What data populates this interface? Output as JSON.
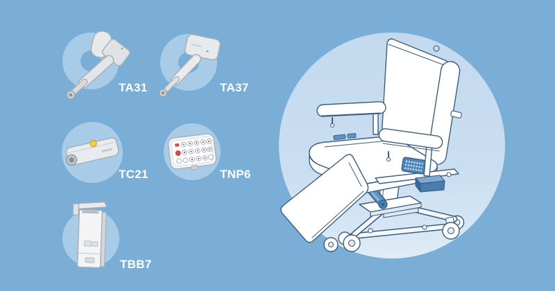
{
  "colors": {
    "background": "#7aaed6",
    "product_circle": "#a8cbe7",
    "hero_top": "#c3d9ee",
    "hero_mid": "#cadef1",
    "hero_bottom": "#e1edf8",
    "line": "#3a5d7d",
    "accent_blue": "#5e93c4",
    "label_text": "#ffffff"
  },
  "hero": {
    "illustration": "medical-dialysis-chair"
  },
  "products": [
    {
      "id": "ta31",
      "label": "TA31",
      "icon": "linear-actuator-icon",
      "badge_style": "ring"
    },
    {
      "id": "ta37",
      "label": "TA37",
      "icon": "linear-actuator-icon",
      "badge_style": "ring"
    },
    {
      "id": "tc21",
      "label": "TC21",
      "icon": "control-box-icon",
      "badge_style": "disc"
    },
    {
      "id": "tnp6",
      "label": "TNP6",
      "icon": "keypad-hand-control-icon",
      "badge_style": "disc"
    },
    {
      "id": "tbb7",
      "label": "TBB7",
      "icon": "battery-pack-icon",
      "badge_style": "ring"
    }
  ]
}
